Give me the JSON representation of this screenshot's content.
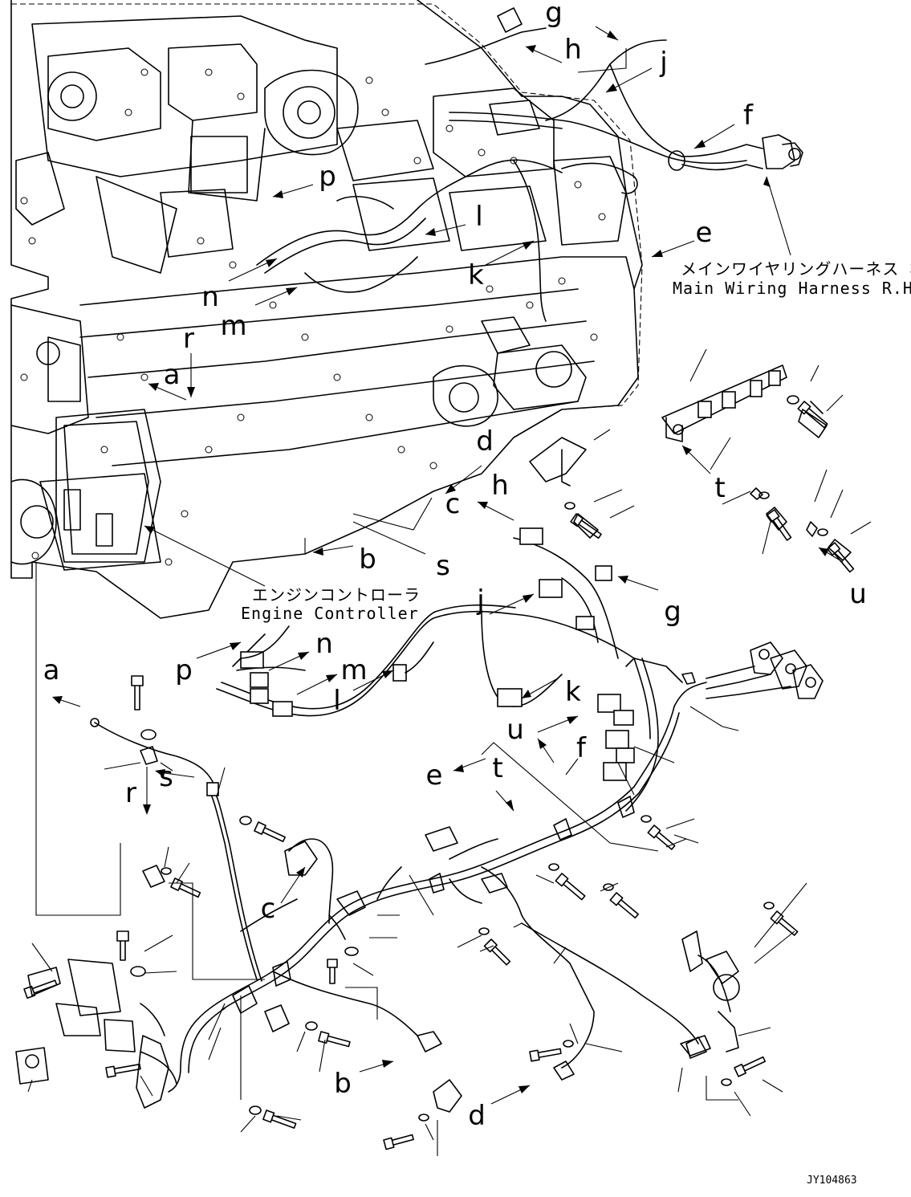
{
  "captions": {
    "main_harness_jp": "メインワイヤリングハーネス 右",
    "main_harness_en": "Main Wiring Harness R.H.",
    "engine_controller_jp": "エンジンコントローラ",
    "engine_controller_en": "Engine Controller"
  },
  "drawing_code": "JY104863",
  "callouts": [
    {
      "id": "g-upper",
      "text": "g"
    },
    {
      "id": "h-upper",
      "text": "h"
    },
    {
      "id": "j-upper",
      "text": "j"
    },
    {
      "id": "f-upper",
      "text": "f"
    },
    {
      "id": "p-upper",
      "text": "p"
    },
    {
      "id": "l-upper",
      "text": "l"
    },
    {
      "id": "e-upper",
      "text": "e"
    },
    {
      "id": "k-upper",
      "text": "k"
    },
    {
      "id": "n-upper",
      "text": "n"
    },
    {
      "id": "m-upper",
      "text": "m"
    },
    {
      "id": "r-upper",
      "text": "r"
    },
    {
      "id": "a-upper",
      "text": "a"
    },
    {
      "id": "d-upper",
      "text": "d"
    },
    {
      "id": "h-middle",
      "text": "h"
    },
    {
      "id": "c-upper",
      "text": "c"
    },
    {
      "id": "t-upper",
      "text": "t"
    },
    {
      "id": "s-upper",
      "text": "s"
    },
    {
      "id": "b-upper",
      "text": "b"
    },
    {
      "id": "u-upper",
      "text": "u"
    },
    {
      "id": "j-lower",
      "text": "j"
    },
    {
      "id": "g-lower",
      "text": "g"
    },
    {
      "id": "a-lower",
      "text": "a"
    },
    {
      "id": "p-lower",
      "text": "p"
    },
    {
      "id": "n-lower",
      "text": "n"
    },
    {
      "id": "m-lower",
      "text": "m"
    },
    {
      "id": "l-lower",
      "text": "l"
    },
    {
      "id": "k-lower",
      "text": "k"
    },
    {
      "id": "u-lower",
      "text": "u"
    },
    {
      "id": "f-lower",
      "text": "f"
    },
    {
      "id": "e-lower",
      "text": "e"
    },
    {
      "id": "t-lower",
      "text": "t"
    },
    {
      "id": "s-lower",
      "text": "s"
    },
    {
      "id": "r-lower",
      "text": "r"
    },
    {
      "id": "c-lower",
      "text": "c"
    },
    {
      "id": "b-lower",
      "text": "b"
    },
    {
      "id": "d-lower",
      "text": "d"
    }
  ]
}
